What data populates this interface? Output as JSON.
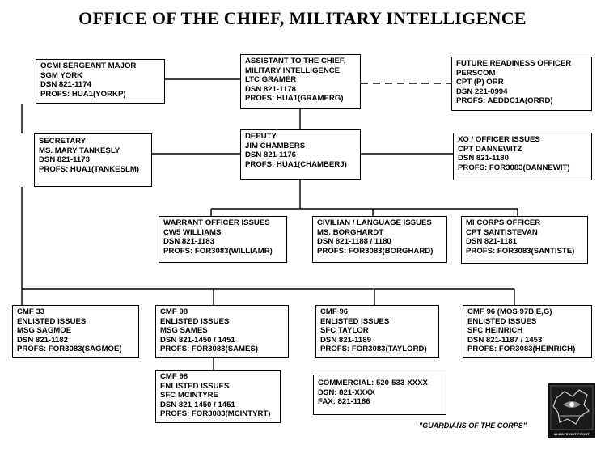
{
  "title": "OFFICE OF THE CHIEF, MILITARY INTELLIGENCE",
  "tagline": "\"GUARDIANS OF THE CORPS\"",
  "logo": {
    "icon": "mi-corps-crest-icon",
    "motto": "ALWAYS OUT FRONT"
  },
  "colors": {
    "ink": "#000000",
    "background": "#ffffff"
  },
  "boxes": {
    "sergeant_major": {
      "lines": [
        "OCMI SERGEANT MAJOR",
        "SGM  YORK",
        "DSN 821-1174",
        "PROFS: HUA1(YORKP)"
      ]
    },
    "assistant": {
      "lines": [
        "ASSISTANT TO THE CHIEF,",
        "MILITARY INTELLIGENCE",
        "LTC GRAMER",
        "DSN 821-1178",
        "PROFS: HUA1(GRAMERG)"
      ]
    },
    "future_readiness": {
      "lines": [
        "FUTURE READINESS OFFICER",
        "PERSCOM",
        "CPT (P) ORR",
        "DSN 221-0994",
        "PROFS: AEDDC1A(ORRD)"
      ]
    },
    "secretary": {
      "lines": [
        "SECRETARY",
        "MS. MARY TANKESLY",
        "DSN 821-1173",
        "PROFS: HUA1(TANKESLM)"
      ]
    },
    "deputy": {
      "lines": [
        "DEPUTY",
        "JIM CHAMBERS",
        "DSN 821-1176",
        "PROFS: HUA1(CHAMBERJ)"
      ]
    },
    "xo": {
      "lines": [
        "XO / OFFICER ISSUES",
        "CPT DANNEWITZ",
        "DSN 821-1180",
        "PROFS: FOR3083(DANNEWIT)"
      ]
    },
    "warrant": {
      "lines": [
        "WARRANT OFFICER ISSUES",
        "CW5 WILLIAMS",
        "DSN 821-1183",
        "PROFS: FOR3083(WILLIAMR)"
      ]
    },
    "civilian": {
      "lines": [
        "CIVILIAN / LANGUAGE ISSUES",
        "MS. BORGHARDT",
        "DSN 821-1188 / 1180",
        "PROFS: FOR3083(BORGHARD)"
      ]
    },
    "mi_corps": {
      "lines": [
        "MI CORPS OFFICER",
        "CPT SANTISTEVAN",
        "DSN 821-1181",
        "PROFS: FOR3083(SANTISTE)"
      ]
    },
    "cmf33": {
      "lines": [
        "CMF 33",
        "ENLISTED ISSUES",
        "MSG SAGMOE",
        "DSN 821-1182",
        "PROFS: FOR3083(SAGMOE)"
      ]
    },
    "cmf98_sames": {
      "lines": [
        "CMF 98",
        "ENLISTED ISSUES",
        "MSG SAMES",
        "DSN 821-1450 / 1451",
        "PROFS: FOR3083(SAMES)"
      ]
    },
    "cmf96_taylor": {
      "lines": [
        "CMF 96",
        "ENLISTED ISSUES",
        "SFC TAYLOR",
        "DSN 821-1189",
        "PROFS: FOR3083(TAYLORD)"
      ]
    },
    "cmf96_heinrich": {
      "lines": [
        "CMF 96 (MOS 97B,E,G)",
        "ENLISTED ISSUES",
        "SFC HEINRICH",
        "DSN 821-1187 / 1453",
        "PROFS: FOR3083(HEINRICH)"
      ]
    },
    "cmf98_mcintyre": {
      "lines": [
        "CMF 98",
        "ENLISTED ISSUES",
        "SFC MCINTYRE",
        "DSN 821-1450 / 1451",
        "PROFS: FOR3083(MCINTYRT)"
      ]
    },
    "commercial": {
      "lines": [
        "COMMERCIAL:  520-533-XXXX",
        "DSN:  821-XXXX",
        "FAX:  821-1186"
      ]
    }
  }
}
